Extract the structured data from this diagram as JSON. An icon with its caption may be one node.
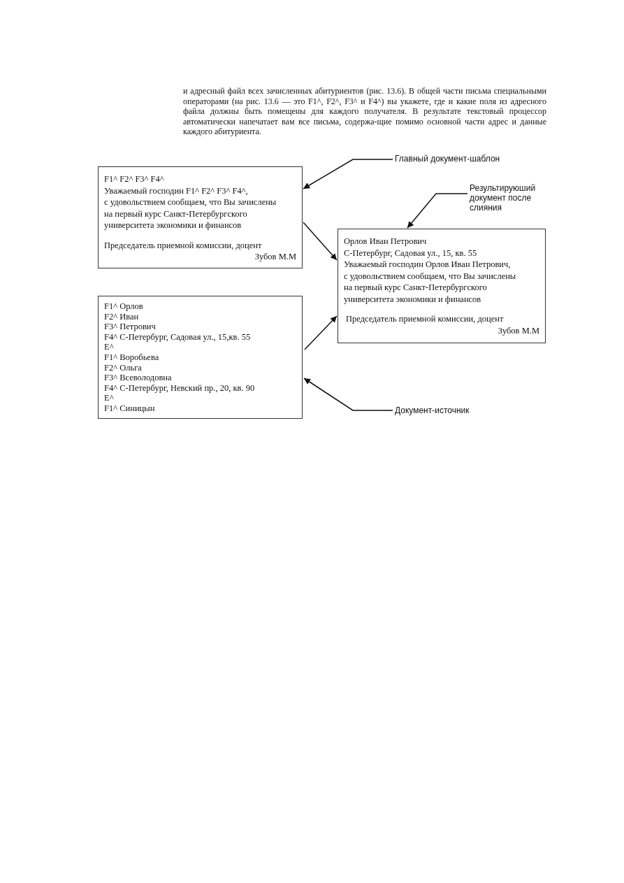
{
  "diagram": {
    "nodes": [
      {
        "text": [
          "F1^ F2^ F3^ F4^",
          "Уважаемый господин F1^ F2^ F3^ F4^,",
          "с удовольствием сообщаем, что Вы зачислены",
          "на первый курс Санкт-Петербургского",
          "университета экономики и финансов",
          "Председатель приемной комиссии, доцент",
          "Зубов М.М"
        ]
      },
      {
        "text": [
          "Орлов Иван Петрович",
          "С-Петербург, Садовая ул., 15, кв. 55",
          "Уважаемый господин  Орлов Иван Петрович,",
          "с удовольствием сообщаем, что Вы зачислены",
          "на первый курс Санкт-Петербургского",
          "университета экономики и финансов",
          "Председатель приемной комиссии, доцент",
          "Зубов М.М"
        ]
      },
      {
        "text": [
          "F1^  Орлов",
          "F2^  Иван",
          "F3^  Петрович",
          "F4^  С-Петербург, Садовая ул., 15,кв. 55",
          "E^",
          "F1^  Воробьева",
          "F2^  Ольга",
          "F3^  Всеволодовна",
          "F4^ С-Петербург, Невский пр., 20, кв. 90",
          "E^",
          "F1^  Синицын"
        ]
      },
      {
        "text": [
          "Главный документ-шаблон"
        ]
      },
      {
        "text": [
          "Результируюший документ после слияния"
        ]
      },
      {
        "text": [
          "Документ-источник"
        ]
      }
    ],
    "edges": [
      {
        "from": 3,
        "to": 0,
        "arrow": "to"
      },
      {
        "from": 4,
        "to": 1,
        "arrow": "to"
      },
      {
        "from": 5,
        "to": 2,
        "arrow": "to"
      },
      {
        "from": 0,
        "to": 1,
        "arrow": "to"
      },
      {
        "from": 2,
        "to": 1,
        "arrow": "to"
      }
    ],
    "labels": [
      "и адресный файл всех зачисленных абитуриентов (рис. 13.6). В общей части письма специальными операторами (на рис. 13.6 — это F1^, F2^, F3^ и F4^) вы укажете, где и какие поля из адресного файла должны быть помещены для каждого получателя. В результате текстовый процессор автоматически напечатает вам все письма, содержа-щие помимо основной части адрес и данные каждого абитуриента."
    ]
  }
}
